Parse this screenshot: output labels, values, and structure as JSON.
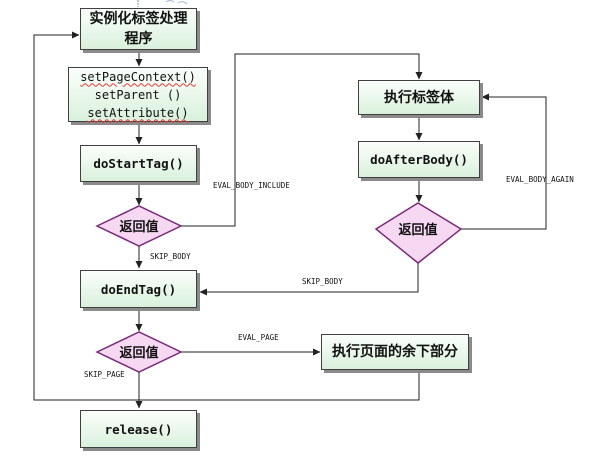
{
  "nodes": {
    "instantiate": "实例化标签处理程序",
    "set_context": "setPageContext()",
    "set_parent": "setParent ()",
    "set_attribute": "setAttribute()",
    "do_start_tag": "doStartTag()",
    "return_value_1": "返回值",
    "do_end_tag": "doEndTag()",
    "return_value_3": "返回值",
    "release": "release()",
    "execute_body": "执行标签体",
    "do_after_body": "doAfterBody()",
    "return_value_2": "返回值",
    "execute_rest": "执行页面的余下部分"
  },
  "edges": {
    "eval_body_include": "EVAL_BODY_INCLUDE",
    "skip_body_left": "SKIP_BODY",
    "skip_body_right": "SKIP_BODY",
    "eval_body_again": "EVAL_BODY_AGAIN",
    "eval_page": "EVAL_PAGE",
    "skip_page": "SKIP_PAGE"
  },
  "colors": {
    "box_fill_top": "#fbfefb",
    "box_fill_bottom": "#d9f1dc",
    "diamond_fill": "#f7d8f3",
    "diamond_border": "#7a2a78",
    "line": "#222222",
    "note_blue": "#6a8ec4"
  }
}
